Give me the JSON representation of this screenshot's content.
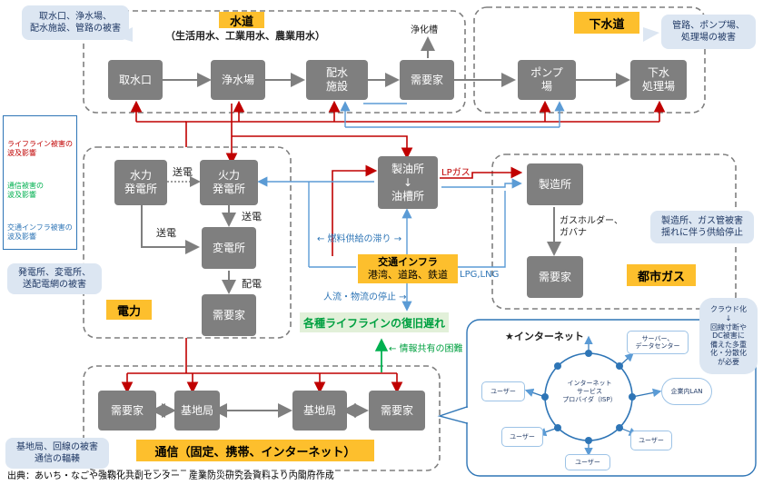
{
  "sections": {
    "water": {
      "title": "水道",
      "subtitle": "（生活用水、工業用水、農業用水）",
      "note": "取水口、浄水場、\n配水施設、管路の被害",
      "nodes": {
        "intake": "取水口",
        "purification": "浄水場",
        "distribution": "配水\n施設",
        "consumer": "需要家"
      },
      "septic_tank": "浄化槽"
    },
    "sewer": {
      "title": "下水道",
      "note": "管路、ポンプ場、\n処理場の被害",
      "nodes": {
        "pump": "ポンプ\n場",
        "treatment": "下水\n処理場"
      }
    },
    "power": {
      "title": "電力",
      "note": "発電所、変電所、\n送配電網の被害",
      "nodes": {
        "hydro": "水力\n発電所",
        "thermal": "火力\n発電所",
        "substation": "変電所",
        "consumer": "需要家"
      },
      "labels": {
        "transmission_top": "送電",
        "transmission_left": "送電",
        "transmission_mid": "送電",
        "distribution": "配電"
      }
    },
    "gas": {
      "title": "都市ガス",
      "note": "製造所、ガス管被害\n揺れに伴う供給停止",
      "nodes": {
        "plant": "製造所",
        "consumer": "需要家"
      },
      "holder_label": "ガスホルダー、\nガバナ"
    },
    "telecom": {
      "title": "通信（固定、携帯、インターネット）",
      "note": "基地局、回線の被害\n通信の輻輳",
      "nodes": {
        "consumer_left": "需要家",
        "base_left": "基地局",
        "base_right": "基地局",
        "consumer_right": "需要家"
      }
    }
  },
  "center": {
    "refinery": "製油所\n↓\n油槽所",
    "lp_gas": "LPガス",
    "fuel_label": "← 燃料供給の滞り →",
    "transport_title": "交通インフラ",
    "transport_sub": "港湾、道路、鉄道",
    "lpg_lng": "LPG,LNG",
    "flow_stop": "人流・物流の停止 →",
    "recovery_delay": "各種ライフラインの復旧遅れ",
    "info_share": "← 情報共有の困難"
  },
  "legend": {
    "lifeline": "ライフライン被害の\n波及影響",
    "telecom": "通信被害の\n波及影響",
    "transport": "交通インフラ被害の\n波及影響",
    "colors": {
      "lifeline": "#c00000",
      "telecom": "#00b050",
      "transport": "#5b9bd5"
    }
  },
  "internet": {
    "title": "★インターネット",
    "isp": "インターネット\nサービス\nプロバイダ（ISP）",
    "server": "サーバー、\nデータセンター",
    "enterprise": "企業内LAN",
    "user_left": "ユーザー",
    "user_bl": "ユーザー",
    "user_bottom": "ユーザー",
    "user_br": "ユーザー",
    "cloud_note": "クラウド化\n↓\n回線寸断や\nDC被害に\n備えた多重\n化・分散化\nが必要"
  },
  "source": "出典：あいち・なごや強靱化共創センター　産業防災研究会資料より内閣府作成",
  "colors": {
    "node": "#7f7f7f",
    "title": "#fdbf2d",
    "note": "#dce6f2",
    "red": "#c00000",
    "blue": "#5b9bd5",
    "green": "#00b050",
    "gray_arrow": "#7f7f7f"
  }
}
